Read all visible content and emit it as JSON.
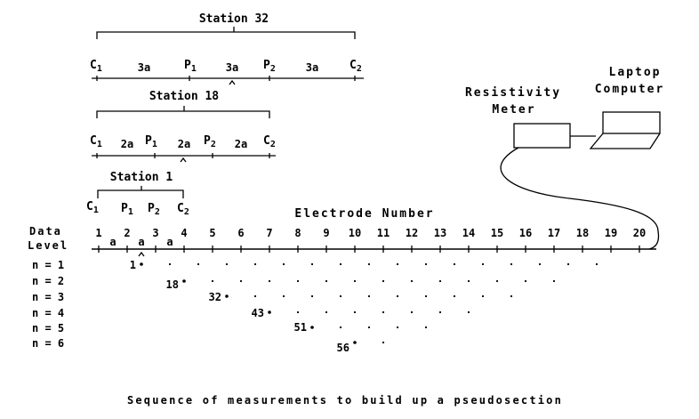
{
  "caption": "Sequence of measurements to build up a pseudosection",
  "electrode_number_label": "Electrode Number",
  "data_level_label": {
    "line1": "Data",
    "line2": "Level"
  },
  "instrument": {
    "meter_line1": "Resistivity",
    "meter_line2": "Meter",
    "computer_line1": "Laptop",
    "computer_line2": "Computer"
  },
  "electrodes": [
    "1",
    "2",
    "3",
    "4",
    "5",
    "6",
    "7",
    "8",
    "9",
    "10",
    "11",
    "12",
    "13",
    "14",
    "15",
    "16",
    "17",
    "18",
    "19",
    "20"
  ],
  "spacing_marks": [
    "a",
    "a",
    "a"
  ],
  "stations": [
    {
      "title": "Station 32",
      "spacing": "3a",
      "left": "C",
      "left_sub": "1",
      "p1": "P",
      "p1_sub": "1",
      "p2": "P",
      "p2_sub": "2",
      "right": "C",
      "right_sub": "2"
    },
    {
      "title": "Station 18",
      "spacing": "2a",
      "left": "C",
      "left_sub": "1",
      "p1": "P",
      "p1_sub": "1",
      "p2": "P",
      "p2_sub": "2",
      "right": "C",
      "right_sub": "2"
    },
    {
      "title": "Station 1",
      "spacing": "",
      "left": "C",
      "left_sub": "1",
      "p1": "P",
      "p1_sub": "1",
      "p2": "P",
      "p2_sub": "2",
      "right": "C",
      "right_sub": "2"
    }
  ],
  "levels": [
    {
      "label": "n = 1",
      "first_station": "1",
      "points": 17
    },
    {
      "label": "n = 2",
      "first_station": "18",
      "points": 14
    },
    {
      "label": "n = 3",
      "first_station": "32",
      "points": 11
    },
    {
      "label": "n = 4",
      "first_station": "43",
      "points": 8
    },
    {
      "label": "n = 5",
      "first_station": "51",
      "points": 5
    },
    {
      "label": "n = 6",
      "first_station": "56",
      "points": 2
    }
  ]
}
